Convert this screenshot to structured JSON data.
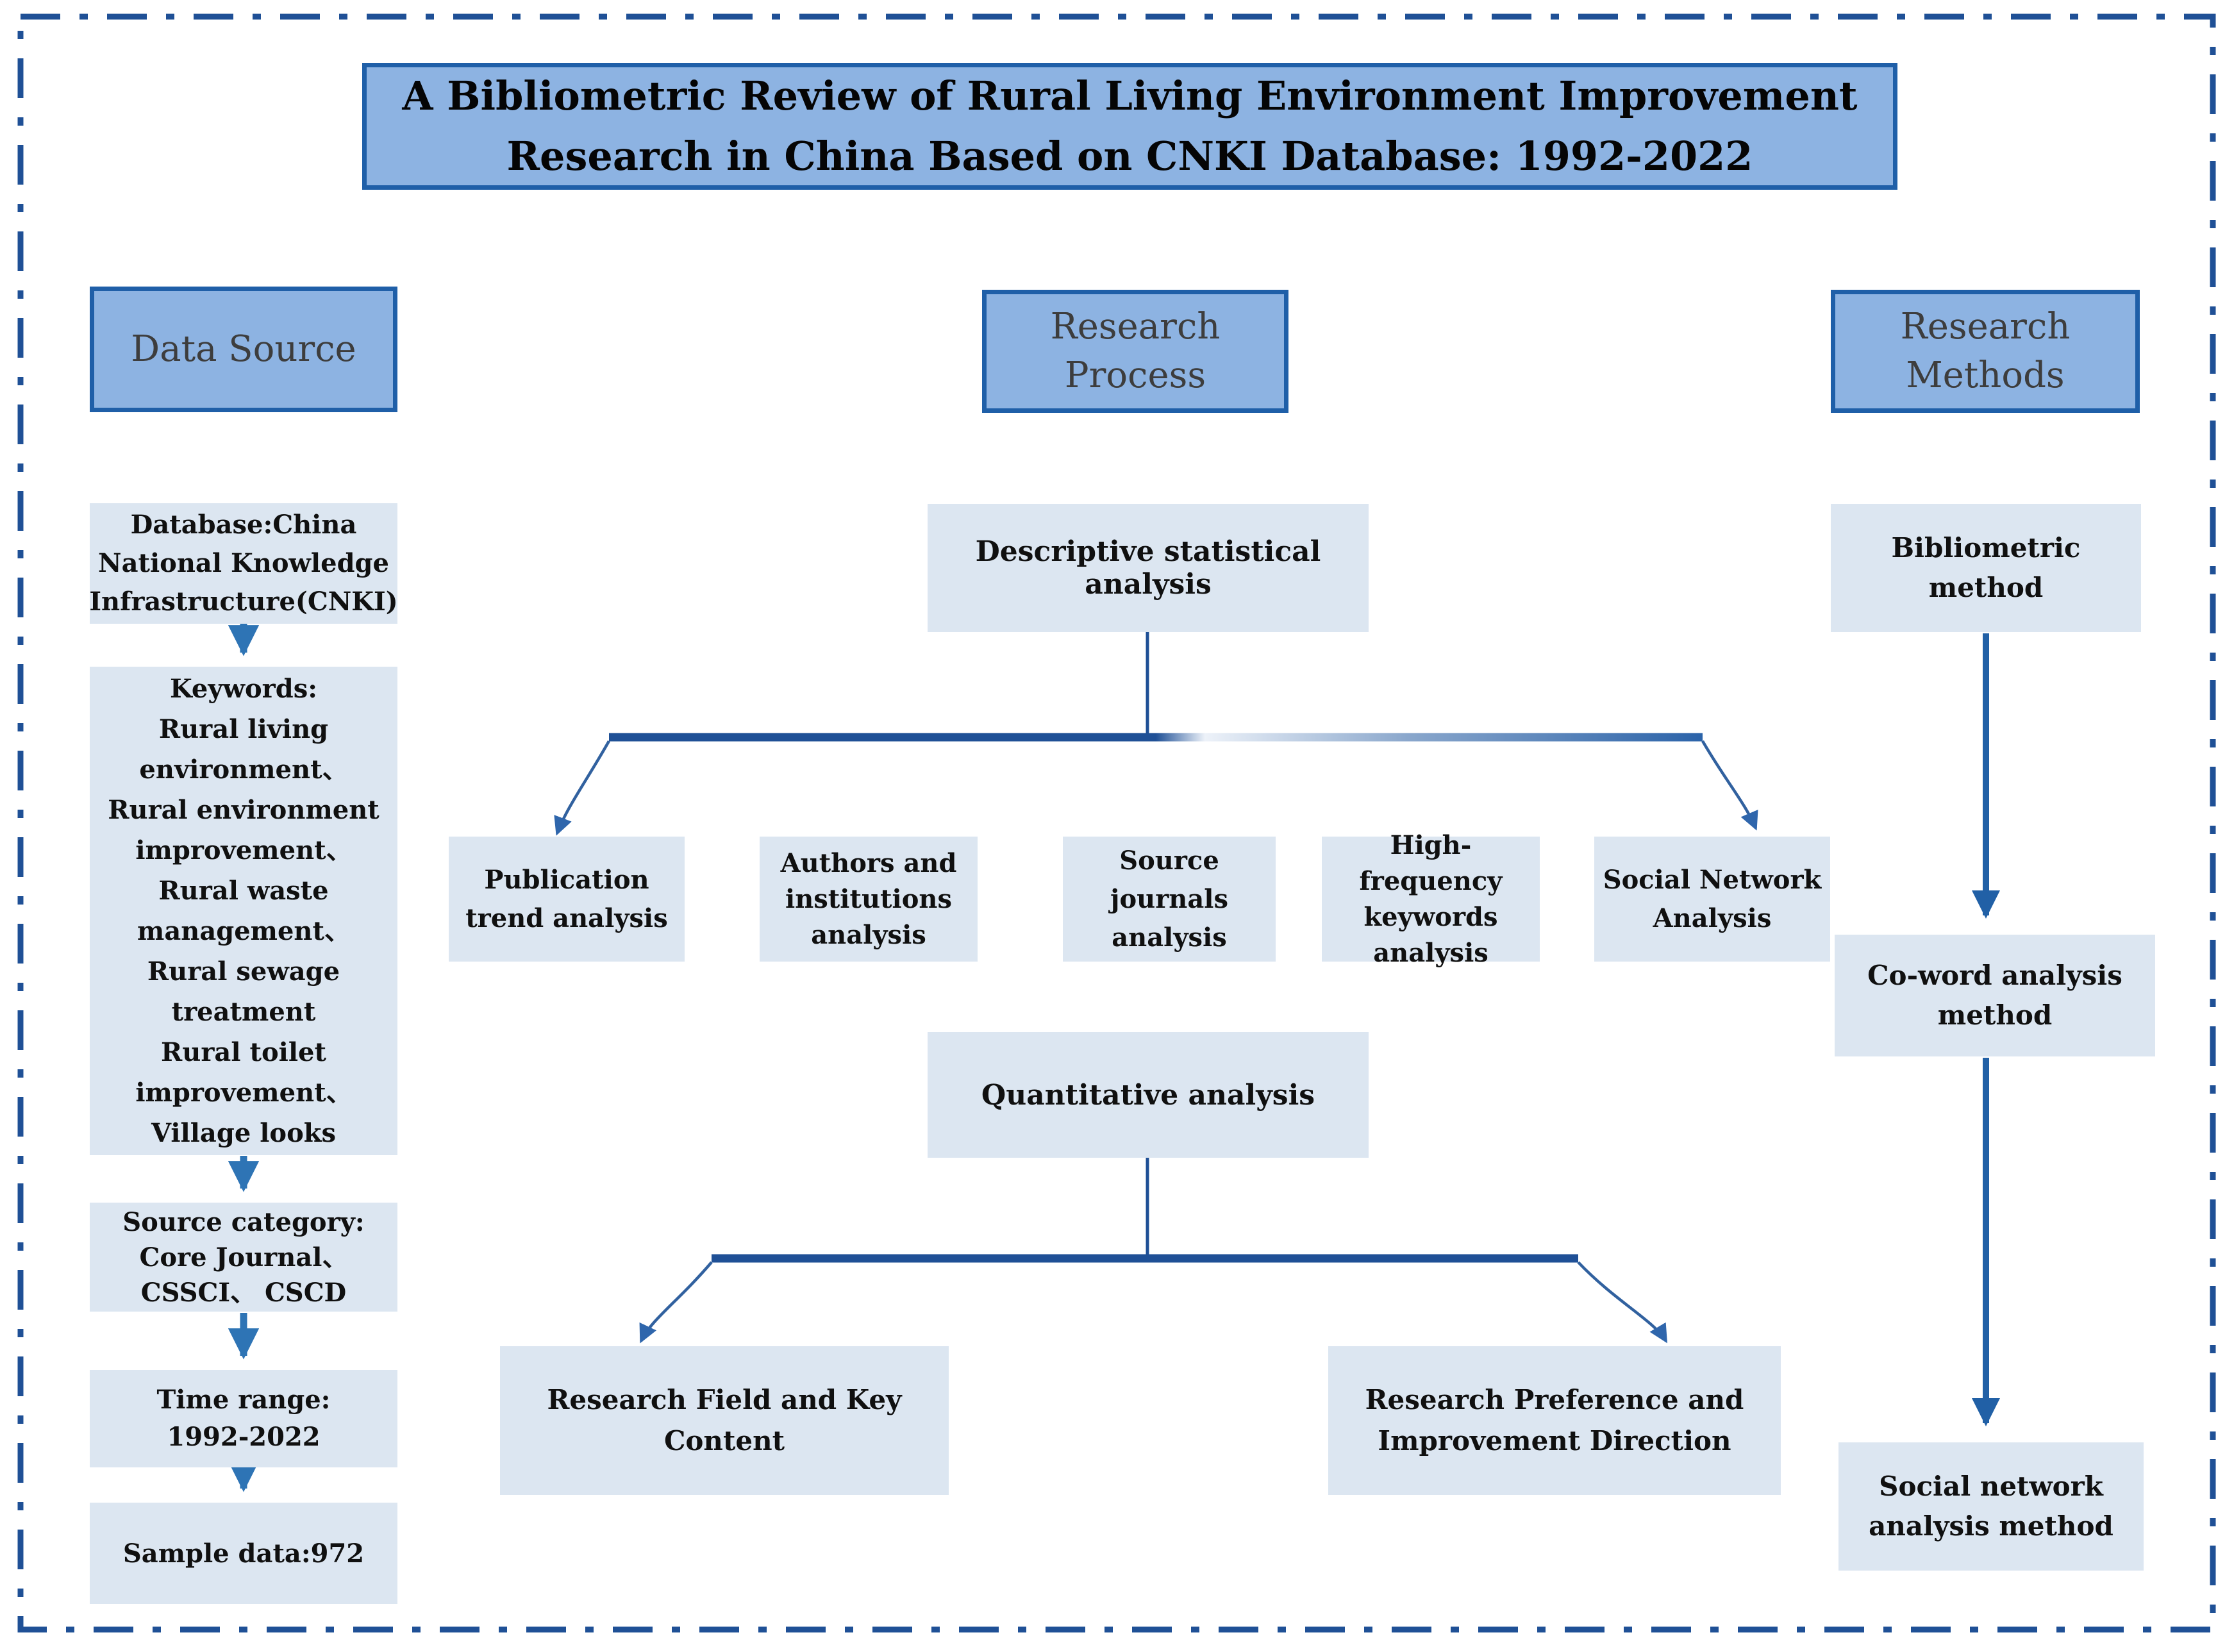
{
  "figure": {
    "title_line1": "A Bibliometric Review of Rural Living Environment Improvement",
    "title_line2": "Research in China Based on CNKI Database: 1992-2022"
  },
  "headers": {
    "data_source": "Data Source",
    "research_process_line1": "Research",
    "research_process_line2": "Process",
    "research_methods_line1": "Research",
    "research_methods_line2": "Methods"
  },
  "data_source": {
    "database": {
      "line1": "Database:China",
      "line2": "National Knowledge",
      "line3": "Infrastructure(CNKI)"
    },
    "keywords": {
      "line1": "Keywords:",
      "line2": "Rural living",
      "line3": "environment、",
      "line4": "Rural environment",
      "line5": "improvement、",
      "line6": "Rural waste",
      "line7": "management、",
      "line8": "Rural sewage",
      "line9": "treatment",
      "line10": "Rural toilet",
      "line11": "improvement、",
      "line12": "Village looks"
    },
    "source_category": {
      "line1": "Source category:",
      "line2": "Core Journal、",
      "line3": "CSSCI、 CSCD"
    },
    "time_range": {
      "line1": "Time range:",
      "line2": "1992-2022"
    },
    "sample": "Sample data:972"
  },
  "process": {
    "descriptive": "Descriptive statistical analysis",
    "analyses": {
      "publication": {
        "line1": "Publication",
        "line2": "trend analysis"
      },
      "authors": {
        "line1": "Authors and",
        "line2": "institutions",
        "line3": "analysis"
      },
      "journals": {
        "line1": "Source journals",
        "line2": "analysis"
      },
      "hf_keywords": {
        "line1": "High-frequency",
        "line2": "keywords",
        "line3": "analysis"
      },
      "social_network": {
        "line1": "Social Network",
        "line2": "Analysis"
      }
    },
    "quantitative": "Quantitative analysis",
    "outcomes": {
      "field": "Research Field and Key Content",
      "preference_line1": "Research Preference and",
      "preference_line2": "Improvement Direction"
    }
  },
  "methods": {
    "bibliometric": "Bibliometric method",
    "coword_line1": "Co-word analysis",
    "coword_line2": "method",
    "social_line1": "Social network",
    "social_line2": "analysis method"
  },
  "colors": {
    "light_box_fill": "#dce6f1",
    "header_box_fill": "#8db3e2",
    "header_box_border": "#1f5fa8",
    "connector_dark_blue": "#1f5096",
    "arrow_blue": "#2e74b5",
    "outer_border_blue": "#1f5096"
  }
}
